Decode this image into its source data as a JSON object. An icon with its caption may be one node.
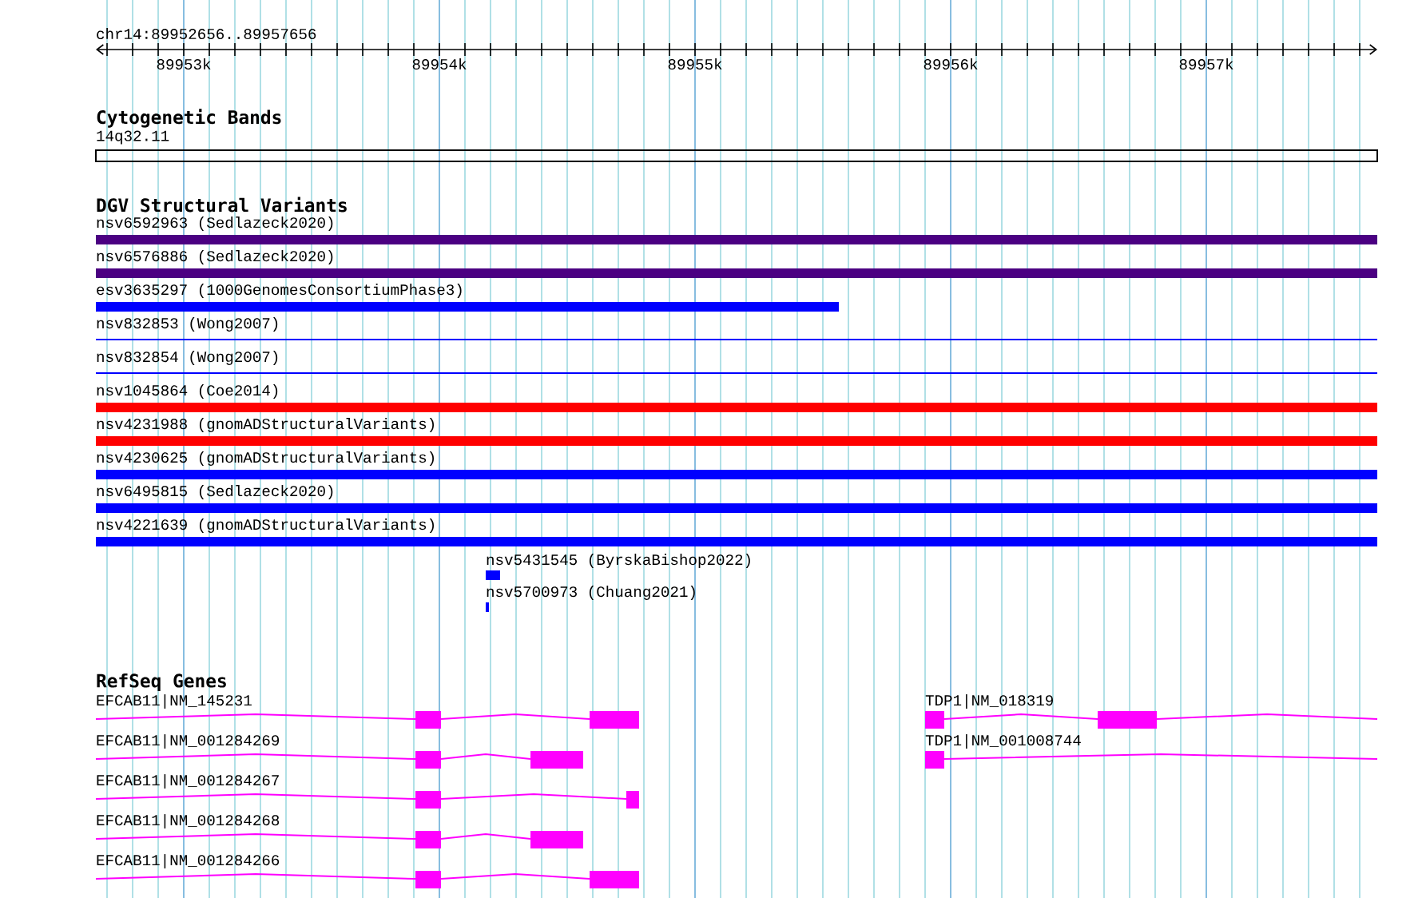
{
  "diagram": {
    "nodes": [
      {
        "text": [
          "14q32.11"
        ]
      },
      {
        "text": [
          "nsv6592963 (Sedlazeck2020)"
        ]
      },
      {
        "text": [
          "nsv6576886 (Sedlazeck2020)"
        ]
      },
      {
        "text": [
          "esv3635297 (1000GenomesConsortiumPhase3)"
        ]
      },
      {
        "text": [
          "nsv832853 (Wong2007)"
        ]
      },
      {
        "text": [
          "nsv832854 (Wong2007)"
        ]
      },
      {
        "text": [
          "nsv1045864 (Coe2014)"
        ]
      },
      {
        "text": [
          "nsv4231988 (gnomADStructuralVariants)"
        ]
      },
      {
        "text": [
          "nsv4230625 (gnomADStructuralVariants)"
        ]
      },
      {
        "text": [
          "nsv6495815 (Sedlazeck2020)"
        ]
      },
      {
        "text": [
          "nsv4221639 (gnomADStructuralVariants)"
        ]
      },
      {
        "text": [
          "nsv5431545 (ByrskaBishop2022)"
        ]
      },
      {
        "text": [
          "nsv5700973 (Chuang2021)"
        ]
      },
      {
        "text": [
          "EFCAB11|NM_145231"
        ]
      },
      {
        "text": [
          "EFCAB11|NM_001284269"
        ]
      },
      {
        "text": [
          "EFCAB11|NM_001284267"
        ]
      },
      {
        "text": [
          "EFCAB11|NM_001284268"
        ]
      },
      {
        "text": [
          "EFCAB11|NM_001284266"
        ]
      },
      {
        "text": [
          "TDP1|NM_018319"
        ]
      },
      {
        "text": [
          "TDP1|NM_001008744"
        ]
      }
    ],
    "labels": [
      "chr14:89952656..89957656",
      "89953k",
      "89954k",
      "89955k",
      "89956k",
      "89957k",
      "Cytogenetic Bands",
      "DGV Structural Variants",
      "RefSeq Genes"
    ]
  }
}
